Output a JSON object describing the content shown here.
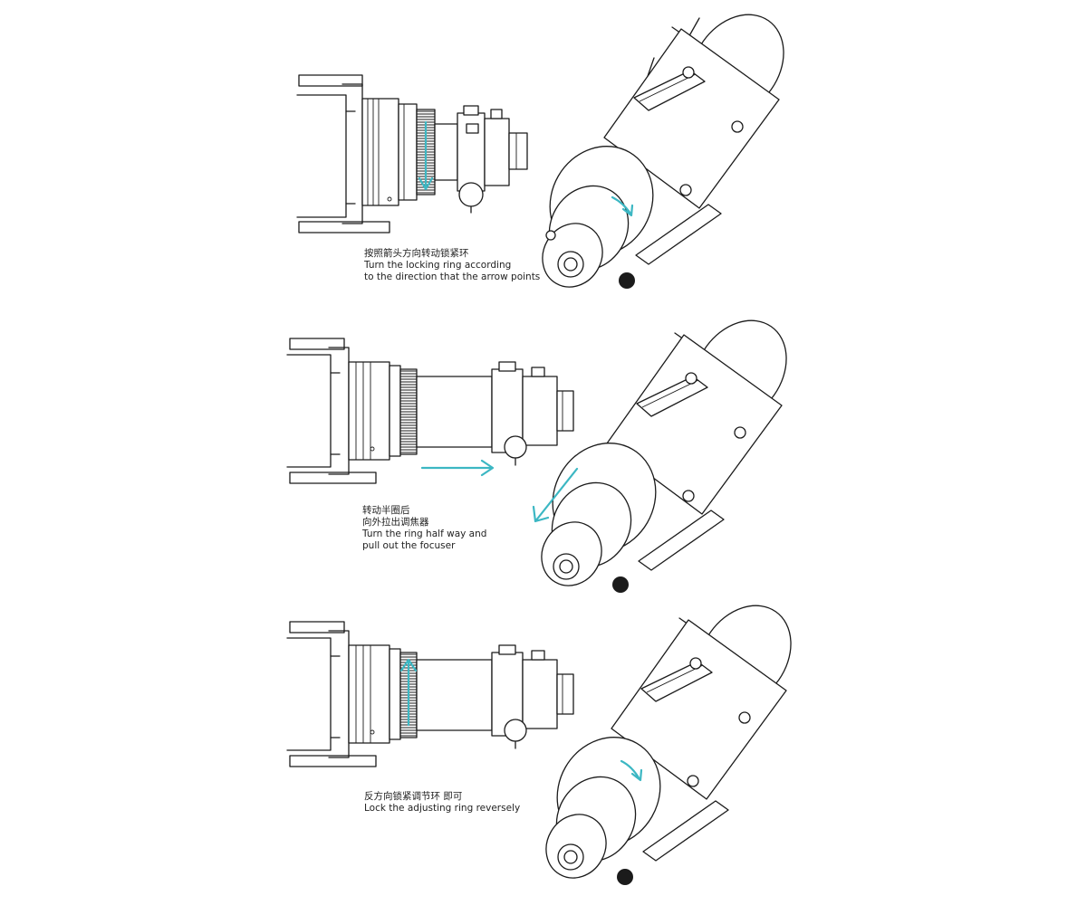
{
  "colors": {
    "line": "#1b1b1b",
    "arrow": "#3cb7c3",
    "background": "#ffffff"
  },
  "steps": [
    {
      "caption_cn": "按照箭头方向转动锁紧环",
      "caption_en_1": "Turn the locking ring according",
      "caption_en_2": "to the direction that the arrow points"
    },
    {
      "caption_cn_1": "转动半圈后",
      "caption_cn_2": "向外拉出调焦器",
      "caption_en_1": "Turn the ring half way and",
      "caption_en_2": "pull out the focuser"
    },
    {
      "caption_cn": "反方向锁紧调节环 即可",
      "caption_en": "Lock the adjusting ring reversely"
    }
  ],
  "icons": [
    "telescope-side-view",
    "telescope-perspective-view",
    "direction-arrow-icon"
  ]
}
